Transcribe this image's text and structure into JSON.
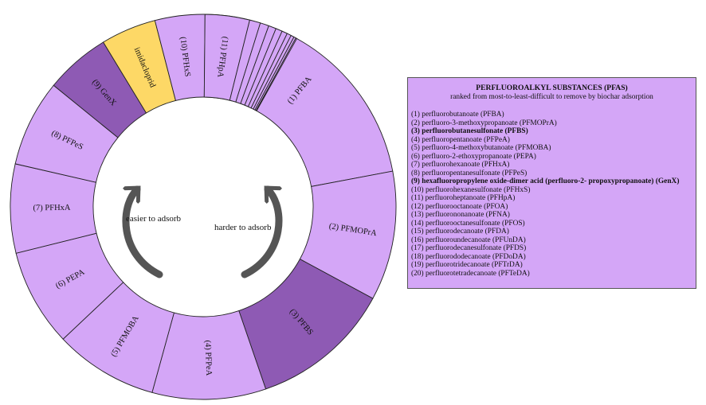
{
  "segments": [
    {
      "label": "(1) PFBA",
      "value": 0.2203,
      "color": "#d4a6f7"
    },
    {
      "label": "(2) PFMOPrA",
      "value": 0.1086,
      "color": "#d4a6f7"
    },
    {
      "label": "(3) PFBS",
      "value": 0.1185,
      "color": "#8e5ab4"
    },
    {
      "label": "(4) PFPeA",
      "value": 0.0953,
      "color": "#d4a6f7"
    },
    {
      "label": "(5) PFMOBA",
      "value": 0.0868,
      "color": "#d4a6f7"
    },
    {
      "label": "(6) PEPA",
      "value": 0.0818,
      "color": "#d4a6f7"
    },
    {
      "label": "(7) PFHxA",
      "value": 0.0746,
      "color": "#d4a6f7"
    },
    {
      "label": "(8) PFPeS",
      "value": 0.0728,
      "color": "#d4a6f7"
    },
    {
      "label": "(9) GenX",
      "value": 0.0546,
      "color": "#8e5ab4"
    },
    {
      "label": "imidacloprid",
      "value": 0.0464,
      "color": "#fdd866"
    },
    {
      "label": "(10) PFHxS",
      "value": 0.0418,
      "color": "#d4a6f7"
    },
    {
      "label": "(11) PFHpA",
      "value": 0.0373,
      "color": "#d4a6f7"
    },
    {
      "label": "",
      "value": 0.0091,
      "color": "#d4a6f7"
    },
    {
      "label": "",
      "value": 0.0073,
      "color": "#d4a6f7"
    },
    {
      "label": "",
      "value": 0.0064,
      "color": "#d4a6f7"
    },
    {
      "label": "",
      "value": 0.0055,
      "color": "#d4a6f7"
    },
    {
      "label": "",
      "value": 0.0046,
      "color": "#d4a6f7"
    },
    {
      "label": "",
      "value": 0.0036,
      "color": "#d4a6f7"
    },
    {
      "label": "",
      "value": 0.0027,
      "color": "#d4a6f7"
    },
    {
      "label": "",
      "value": 0.0018,
      "color": "#d4a6f7"
    },
    {
      "label": "",
      "value": 0.0009,
      "color": "#d4a6f7"
    }
  ],
  "inner_labels": {
    "left": "easier to adsorb",
    "right": "harder to adsorb"
  },
  "arrow_color": "#555555",
  "legend": {
    "title": "PERFLUOROALKYL SUBSTANCES (PFAS)",
    "subtitle": "ranked from most-to-least-difficult to remove by biochar adsorption",
    "items": [
      {
        "text": "(1) perfluorobutanoate (PFBA)",
        "bold": false
      },
      {
        "text": "(2) perfluoro-3-methoxypropanoate (PFMOPrA)",
        "bold": false
      },
      {
        "text": "(3) perfluorobutanesulfonate (PFBS)",
        "bold": true
      },
      {
        "text": "(4) perfluoropentanoate (PFPeA)",
        "bold": false
      },
      {
        "text": "(5) perfluoro-4-methoxybutanoate (PFMOBA)",
        "bold": false
      },
      {
        "text": "(6) perfluoro-2-ethoxypropanoate (PEPA)",
        "bold": false
      },
      {
        "text": "(7) perfluorohexanoate (PFHxA)",
        "bold": false
      },
      {
        "text": "(8) perfluoropentanesulfonate (PFPeS)",
        "bold": false
      },
      {
        "text": "(9) hexafluoropropylene oxide-dimer acid (perfluoro-2- propoxypropanoate) (GenX)",
        "bold": true
      },
      {
        "text": "(10) perfluorohexanesulfonate (PFHxS)",
        "bold": false
      },
      {
        "text": "(11) perfluoroheptanoate (PFHpA)",
        "bold": false
      },
      {
        "text": "(12) perfluorooctanoate (PFOA)",
        "bold": false
      },
      {
        "text": "(13) perfluorononanoate (PFNA)",
        "bold": false
      },
      {
        "text": "(14) perfluorooctanesulfonate (PFOS)",
        "bold": false
      },
      {
        "text": "(15) perfluorodecanoate (PFDA)",
        "bold": false
      },
      {
        "text": "(16) perfluoroundecanoate (PFUnDA)",
        "bold": false
      },
      {
        "text": "(17) perfluorodecanesulfonate (PFDS)",
        "bold": false
      },
      {
        "text": "(18) perfluorododecanoate (PFDoDA)",
        "bold": false
      },
      {
        "text": "(19) perfluorotridecanoate (PFTrDA)",
        "bold": false
      },
      {
        "text": "(20) perfluorotetradecanoate (PFTeDA)",
        "bold": false
      }
    ]
  }
}
